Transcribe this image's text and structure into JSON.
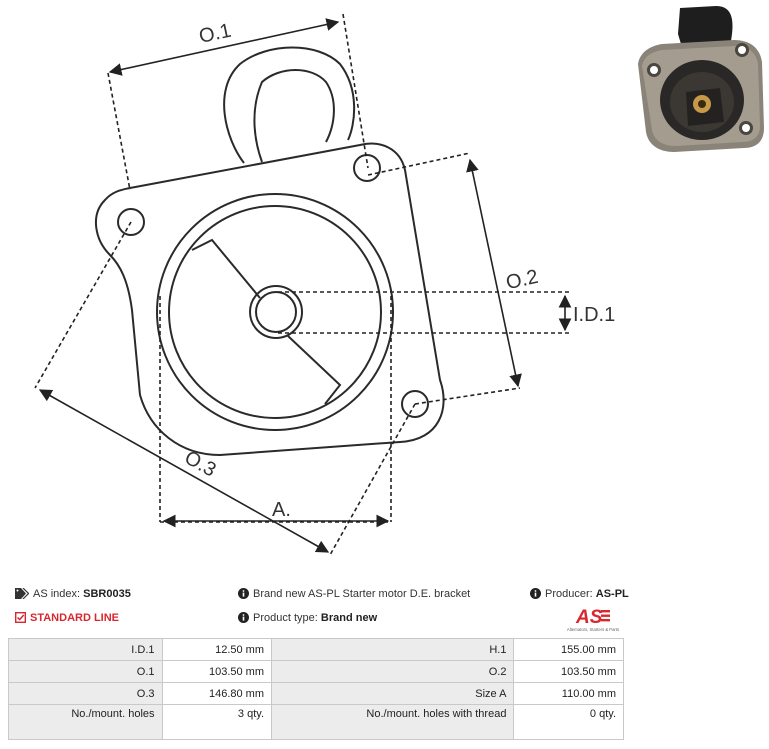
{
  "drawing": {
    "labels": {
      "o1": "O.1",
      "o2": "O.2",
      "o3": "O.3",
      "id1": "I.D.1",
      "a": "A."
    }
  },
  "info": {
    "as_index_label": "AS index:",
    "as_index_value": "SBR0035",
    "description": "Brand new AS-PL Starter motor D.E. bracket",
    "producer_label": "Producer:",
    "producer_value": "AS-PL",
    "standard_line": "STANDARD LINE",
    "product_type_label": "Product type:",
    "product_type_value": "Brand new",
    "logo_text": "AS",
    "logo_tagline": "Alternators, Starters & Parts",
    "accent_color": "#d7282f"
  },
  "specs": [
    [
      "I.D.1",
      "12.50 mm",
      "H.1",
      "155.00 mm"
    ],
    [
      "O.1",
      "103.50 mm",
      "O.2",
      "103.50 mm"
    ],
    [
      "O.3",
      "146.80 mm",
      "Size A",
      "110.00 mm"
    ],
    [
      "No./mount. holes",
      "3 qty.",
      "No./mount. holes with thread",
      "0 qty."
    ]
  ]
}
